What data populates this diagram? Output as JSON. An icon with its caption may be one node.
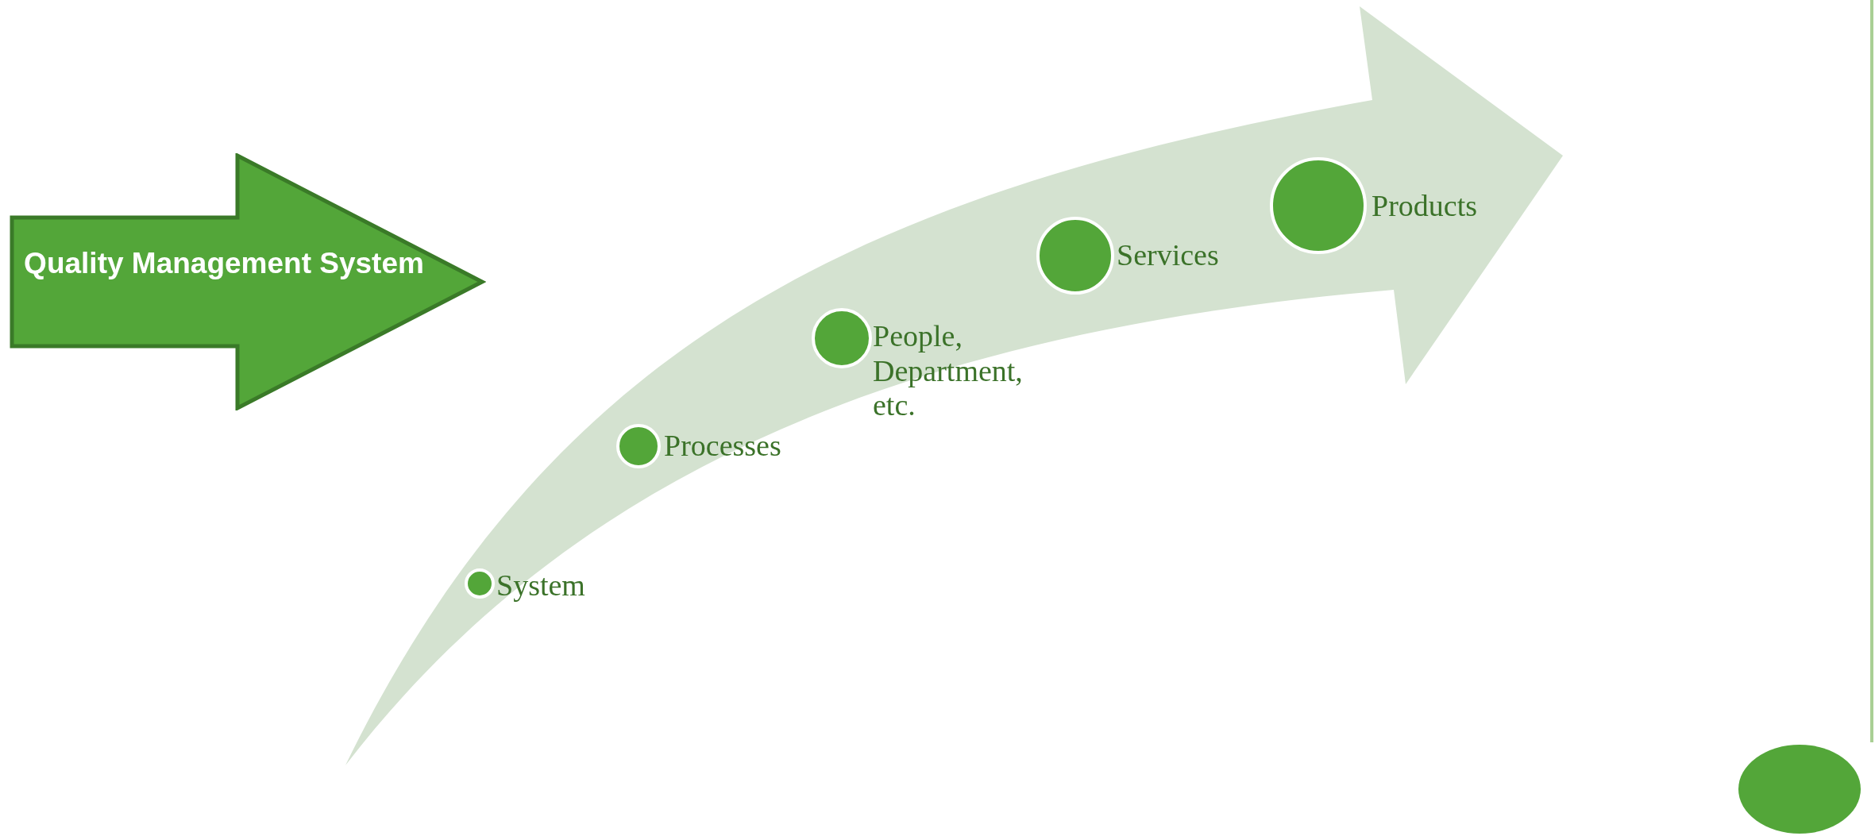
{
  "diagram": {
    "nodes": [
      {
        "text": [
          "Quality Management System"
        ]
      },
      {
        "text": [],
        "shape": "circle",
        "beside": [
          "System"
        ]
      },
      {
        "text": [],
        "shape": "circle",
        "beside": [
          "Processes"
        ]
      },
      {
        "text": [],
        "shape": "circle",
        "beside": [
          "People, Department, etc."
        ]
      },
      {
        "text": [],
        "shape": "circle",
        "beside": [
          "Services"
        ]
      },
      {
        "text": [],
        "shape": "circle",
        "beside": [
          "Products"
        ]
      }
    ]
  }
}
